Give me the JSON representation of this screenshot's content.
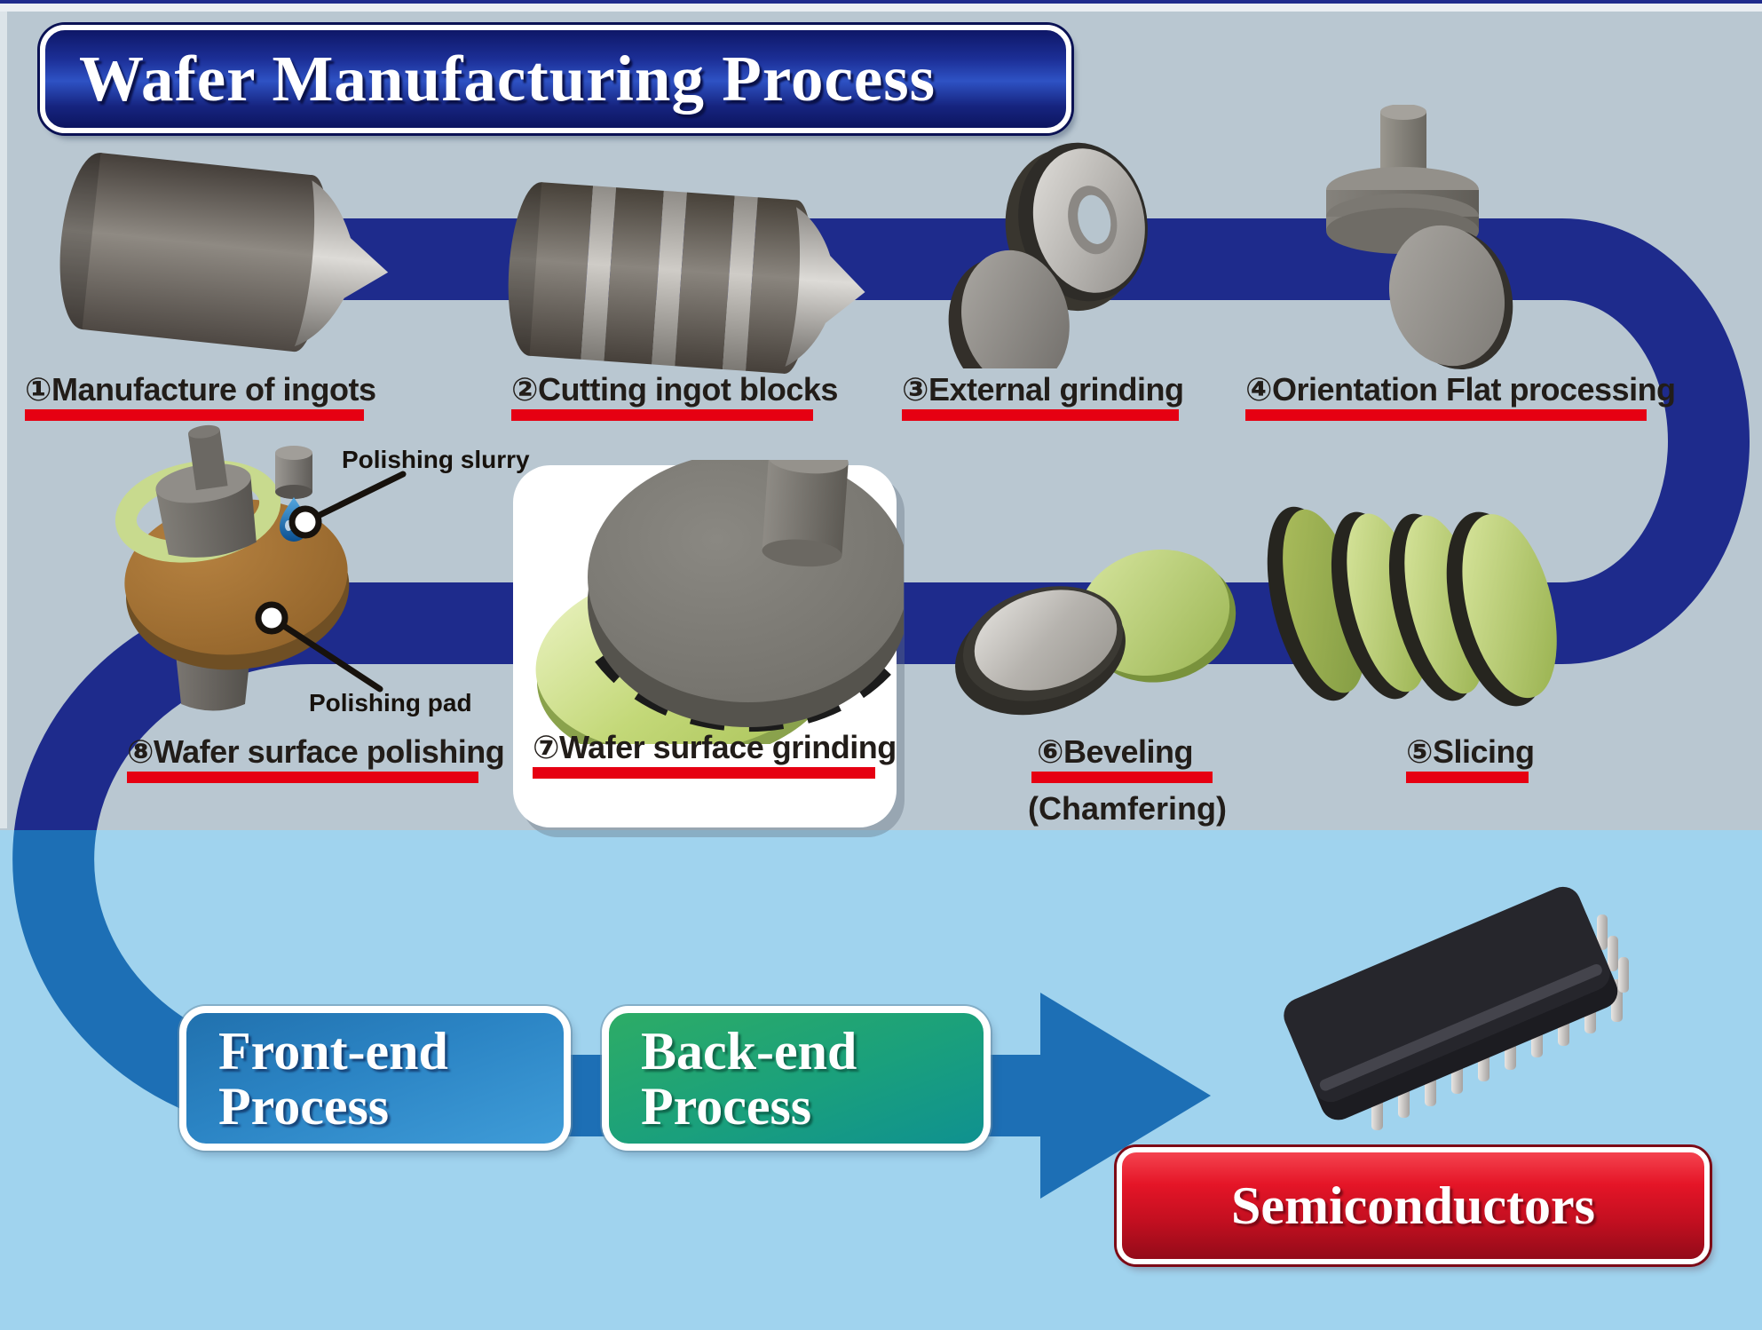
{
  "header": {
    "title": "Wafer Manufacturing Process"
  },
  "steps": [
    {
      "label": "①Manufacture of ingots"
    },
    {
      "label": "②Cutting ingot blocks"
    },
    {
      "label": "③External grinding"
    },
    {
      "label": "④Orientation Flat processing"
    },
    {
      "label": "⑤Slicing"
    },
    {
      "label": "⑥Beveling",
      "sublabel": "(Chamfering)"
    },
    {
      "label": "⑦Wafer surface grinding"
    },
    {
      "label": "⑧Wafer surface polishing"
    }
  ],
  "callouts": {
    "slurry": "Polishing slurry",
    "pad": "Polishing pad"
  },
  "flow": {
    "front_line1": "Front-end",
    "front_line2": "Process",
    "back_line1": "Back-end",
    "back_line2": "Process",
    "result": "Semiconductors"
  },
  "colors": {
    "background_top": "#b9c7d1",
    "background_bottom": "#a0d3ee",
    "path_navy": "#1e2b8c",
    "path_blue": "#1d6fb5",
    "underline_red": "#e60012",
    "title_box_blue": "#16247f",
    "front_box_blue": "#2b84c4",
    "back_box_green": "#1aa07c",
    "result_box_red": "#c20f20",
    "wafer_green": "#b8d06e"
  }
}
